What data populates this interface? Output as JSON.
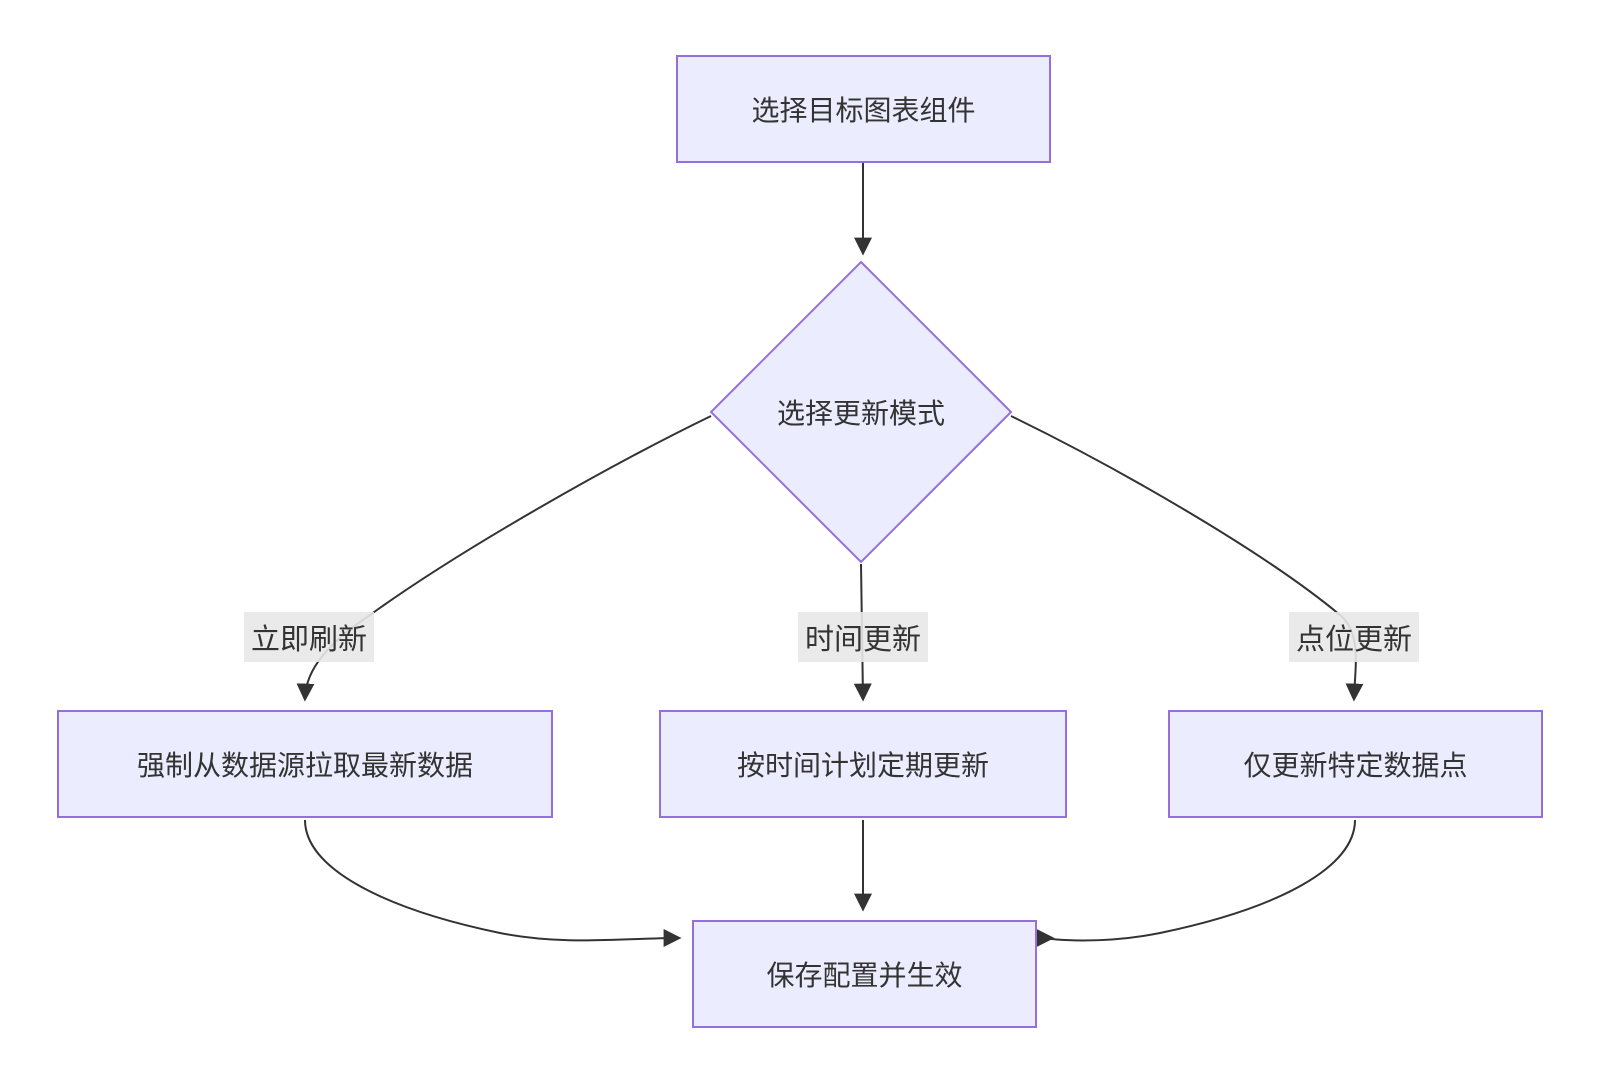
{
  "diagram": {
    "type": "flowchart",
    "direction": "top-bottom",
    "nodes": [
      {
        "id": "A",
        "shape": "rect",
        "label": "选择目标图表组件"
      },
      {
        "id": "B",
        "shape": "diamond",
        "label": "选择更新模式"
      },
      {
        "id": "C",
        "shape": "rect",
        "label": "强制从数据源拉取最新数据"
      },
      {
        "id": "D",
        "shape": "rect",
        "label": "按时间计划定期更新"
      },
      {
        "id": "E",
        "shape": "rect",
        "label": "仅更新特定数据点"
      },
      {
        "id": "F",
        "shape": "rect",
        "label": "保存配置并生效"
      }
    ],
    "edges": [
      {
        "from": "A",
        "to": "B",
        "label": ""
      },
      {
        "from": "B",
        "to": "C",
        "label": "立即刷新"
      },
      {
        "from": "B",
        "to": "D",
        "label": "时间更新"
      },
      {
        "from": "B",
        "to": "E",
        "label": "点位更新"
      },
      {
        "from": "C",
        "to": "F",
        "label": ""
      },
      {
        "from": "D",
        "to": "F",
        "label": ""
      },
      {
        "from": "E",
        "to": "F",
        "label": ""
      }
    ],
    "colors": {
      "node_fill": "#ECECFF",
      "node_border": "#9370DB",
      "edge": "#333333",
      "text": "#333333",
      "edge_label_bg": "rgba(232,232,232,0.9)"
    }
  }
}
